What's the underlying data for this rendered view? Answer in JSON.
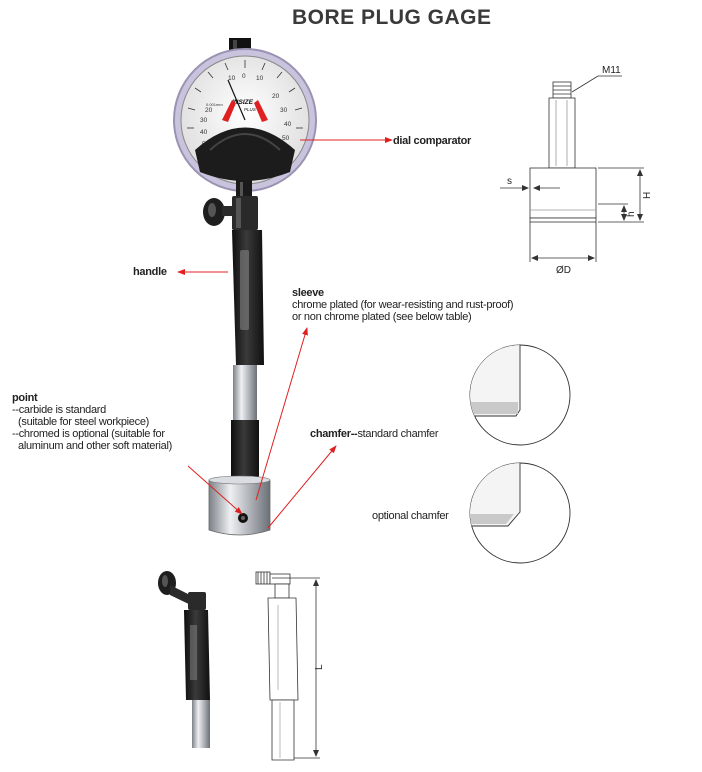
{
  "title": "BORE PLUG GAGE",
  "brand": {
    "name": "INSIZE",
    "sub": "PLUS"
  },
  "dial_scale": {
    "top": [
      "10",
      "0",
      "10"
    ],
    "left": [
      "20",
      "30",
      "40",
      "50"
    ],
    "right": [
      "20",
      "30",
      "40",
      "50"
    ],
    "unit": "0.001mm"
  },
  "labels": {
    "dial_comparator": "dial comparator",
    "handle": "handle",
    "sleeve_title": "sleeve",
    "sleeve_line1": "chrome plated (for wear-resisting and rust-proof)",
    "sleeve_line2": "or non chrome plated (see below table)",
    "point_title": "point",
    "point_line1": "--carbide is standard",
    "point_line2": "(suitable for steel workpiece)",
    "point_line3": "--chromed is optional (suitable for",
    "point_line4": "aluminum and other soft material)",
    "chamfer_bold": "chamfer--",
    "chamfer_rest": "standard chamfer",
    "optional_chamfer": "optional chamfer"
  },
  "dimensions": {
    "thread": "M11",
    "s": "s",
    "H": "H",
    "h": "h",
    "D": "ØD",
    "L": "L"
  },
  "colors": {
    "arrow": "#e02020",
    "dial_ring": "#c9c3de",
    "body_dark": "#1c1c1c",
    "chrome": "#b8bcc2",
    "line": "#333333"
  }
}
